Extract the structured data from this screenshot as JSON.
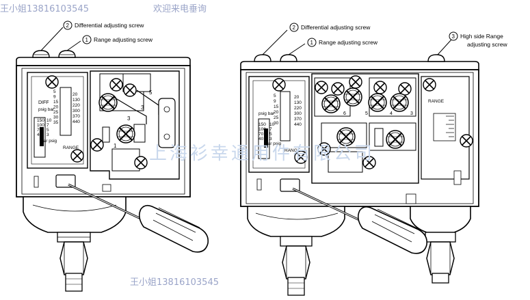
{
  "watermarks": {
    "top_left": "王小姐13816103545",
    "top_right": "欢迎来电垂询",
    "bottom": "王小姐13816103545",
    "center": "上海衫幸通用件有限公司"
  },
  "callouts": {
    "left": [
      {
        "num": "2",
        "text": "Differential adjusting screw"
      },
      {
        "num": "1",
        "text": "Range adjusting screw"
      }
    ],
    "right": [
      {
        "num": "2",
        "text": "Differential adjusting screw"
      },
      {
        "num": "1",
        "text": "Range adjusting screw"
      },
      {
        "num": "3",
        "text": "High side Range",
        "text2": "adjusting screw"
      }
    ]
  },
  "scale_left": {
    "diff_title": "DIFF",
    "units": "psig  bar",
    "diff_psig": [
      "5",
      "9",
      "15",
      "20",
      "25",
      "30",
      "35"
    ],
    "diff_bar": [
      "20",
      "130",
      "220",
      "300",
      "370",
      "440"
    ],
    "range_psig": [
      "150",
      "100",
      "70",
      "40"
    ],
    "range_bar": [
      "10",
      "7",
      "5",
      "3"
    ],
    "range_units": "bar   psig",
    "range_title": "RANGE"
  },
  "scale_right": {
    "units": "psig  bar",
    "psig": [
      "5",
      "9",
      "15",
      "20",
      "25",
      "30"
    ],
    "bar": [
      "20",
      "130",
      "220",
      "300",
      "370",
      "440"
    ],
    "range_psig": [
      "150",
      "100",
      "70",
      "40"
    ],
    "range_bar": [
      "10",
      "7",
      "5",
      "3"
    ],
    "range_units": "bar  psig",
    "range_title": "RANGE",
    "high_range_title": "RANGE"
  },
  "part_labels": {
    "left": [
      "5",
      "3",
      "3",
      "1"
    ],
    "right": [
      "6",
      "5",
      "4",
      "3"
    ]
  }
}
